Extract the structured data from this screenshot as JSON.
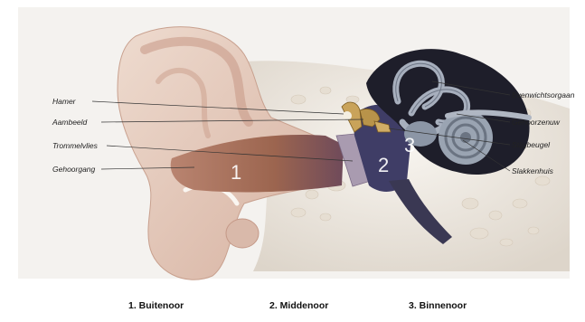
{
  "labels_left": [
    {
      "key": "hamer",
      "text": "Hamer"
    },
    {
      "key": "aambeeld",
      "text": "Aambeeld"
    },
    {
      "key": "trommelvlies",
      "text": "Trommelvlies"
    },
    {
      "key": "gehoorgang",
      "text": "Gehoorgang"
    }
  ],
  "labels_right": [
    {
      "key": "evenwichtsorgaan",
      "text": "Evenwichtsorgaan"
    },
    {
      "key": "gehoorzenuw",
      "text": "Gehoorzenuw"
    },
    {
      "key": "stijgbeugel",
      "text": "Stijgbeugel"
    },
    {
      "key": "slakkenhuis",
      "text": "Slakkenhuis"
    }
  ],
  "region_numbers": [
    "1",
    "2",
    "3"
  ],
  "captions": [
    "1. Buitenoor",
    "2. Middenoor",
    "3. Binnenoor"
  ],
  "colors": {
    "skin": "#e9d2c4",
    "skin_shadow": "#c99f8e",
    "canal": "#a8735e",
    "canal_dark": "#7e4c3a",
    "bone": "#f1ede6",
    "middle_ear": "#3f3d66",
    "inner_dark": "#1e1e2a",
    "cochlea": "#9aa4b2",
    "ossicles": "#b8934a"
  }
}
